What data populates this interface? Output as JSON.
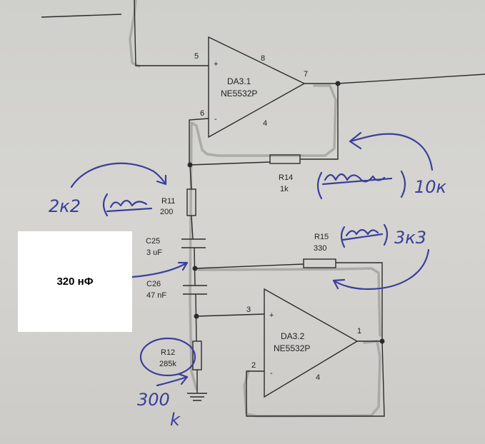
{
  "opamps": [
    {
      "ref": "DA3.1",
      "part": "NE5532P",
      "pins": {
        "noninv": "5",
        "inv": "6",
        "out": "7",
        "vpos": "8",
        "vneg": "4"
      }
    },
    {
      "ref": "DA3.2",
      "part": "NE5532P",
      "pins": {
        "noninv": "3",
        "inv": "2",
        "out": "1",
        "vneg": "4"
      }
    }
  ],
  "components": [
    {
      "ref": "R14",
      "value": "1k"
    },
    {
      "ref": "R11",
      "value": "200"
    },
    {
      "ref": "C25",
      "value": "3 uF"
    },
    {
      "ref": "C26",
      "value": "47 nF"
    },
    {
      "ref": "R15",
      "value": "330"
    },
    {
      "ref": "R12",
      "value": "285k"
    }
  ],
  "handwritten": {
    "r14_new": "10к",
    "r11_new": "2к2",
    "r15_new": "3к3",
    "r12_new_line1": "300",
    "r12_new_line2": "k"
  },
  "note_box": {
    "text": "320 нФ"
  },
  "colors": {
    "ink": "#3a3f9a",
    "wire": "#2b2b2b",
    "paper": "#d4d3cf"
  }
}
